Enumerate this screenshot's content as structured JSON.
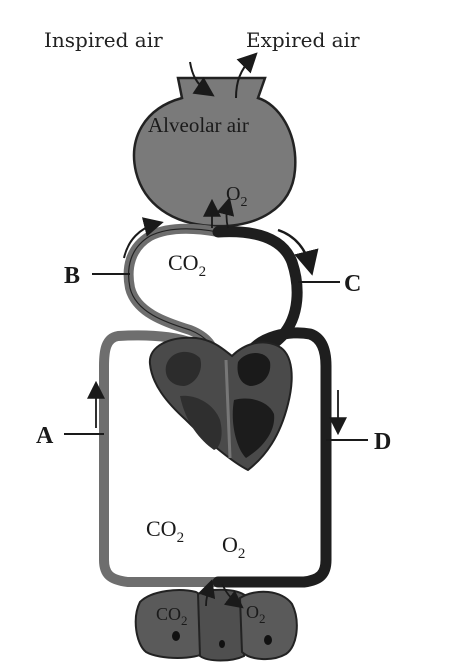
{
  "labels": {
    "inspired_air": "Inspired air",
    "expired_air": "Expired air",
    "alveolar_air": "Alveolar air",
    "o2_top": "O",
    "o2_top_sub": "2",
    "co2_upper": "CO",
    "co2_upper_sub": "2",
    "co2_lower": "CO",
    "co2_lower_sub": "2",
    "o2_lower": "O",
    "o2_lower_sub": "2",
    "co2_tissue": "CO",
    "co2_tissue_sub": "2",
    "o2_tissue": "O",
    "o2_tissue_sub": "2"
  },
  "markers": {
    "A": "A",
    "B": "B",
    "C": "C",
    "D": "D"
  },
  "colors": {
    "deoxygenated_vessel": "#6e6e6e",
    "oxygenated_vessel": "#1e1e1e",
    "alveolus_fill": "#7a7a7a",
    "heart_fill": "#4a4a4a",
    "tissue_fill": "#5a5a5a",
    "ink": "#1a1a1a"
  }
}
